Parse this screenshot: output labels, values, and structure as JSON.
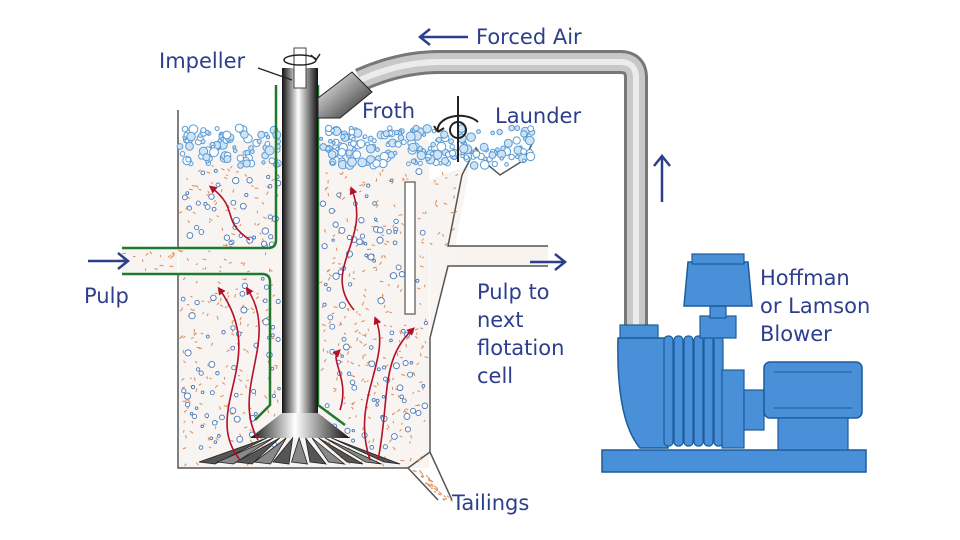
{
  "labels": {
    "impeller": "Impeller",
    "forced_air": "Forced Air",
    "froth": "Froth",
    "launder": "Launder",
    "pulp": "Pulp",
    "pulp_next_1": "Pulp to",
    "pulp_next_2": "next",
    "pulp_next_3": "flotation",
    "pulp_next_4": "cell",
    "blower_1": "Hoffman",
    "blower_2": "or Lamson",
    "blower_3": "Blower",
    "tailings": "Tailings"
  },
  "colors": {
    "label": "#2d3f8c",
    "arrow": "#2d3f8c",
    "tank_wall": "#555555",
    "tank_fill": "#f6f3f0",
    "froth_bubbles": "#5a9bd5",
    "pulp_bubbles": "#4a78b8",
    "pulp_dashes": "#e08a55",
    "flow_arrows": "#b3102a",
    "stator": "#1f7a2f",
    "pipe": "#a8a8a8",
    "blower": "#4a90d9",
    "blower_dark": "#1b5c9c"
  },
  "icons": {
    "impeller_rotation": "rotation-arrow-icon",
    "launder_rotation": "paddle-rotation-icon"
  }
}
